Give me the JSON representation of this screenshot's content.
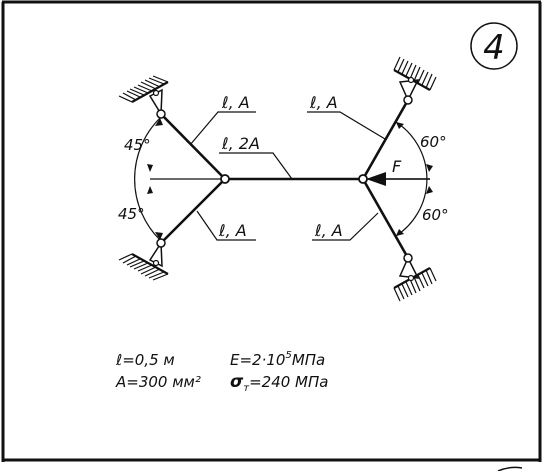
{
  "problem": {
    "number": "4"
  },
  "labels": {
    "upper_left_bar": "ℓ, A",
    "lower_left_bar": "ℓ, A",
    "center_bar": "ℓ, 2A",
    "upper_right_bar": "ℓ, A",
    "lower_right_bar": "ℓ, A",
    "force": "F"
  },
  "angles": {
    "upper_left": "45°",
    "lower_left": "45°",
    "upper_right": "60°",
    "lower_right": "60°"
  },
  "given": {
    "length": "ℓ=0,5 м",
    "area": "A=300 мм²",
    "modulus_prefix": "E=2·10",
    "modulus_exponent": "5",
    "modulus_unit": "МПа",
    "yield_symbol": "σ",
    "yield_subscript": "т",
    "yield_value": "=240  МПа"
  }
}
